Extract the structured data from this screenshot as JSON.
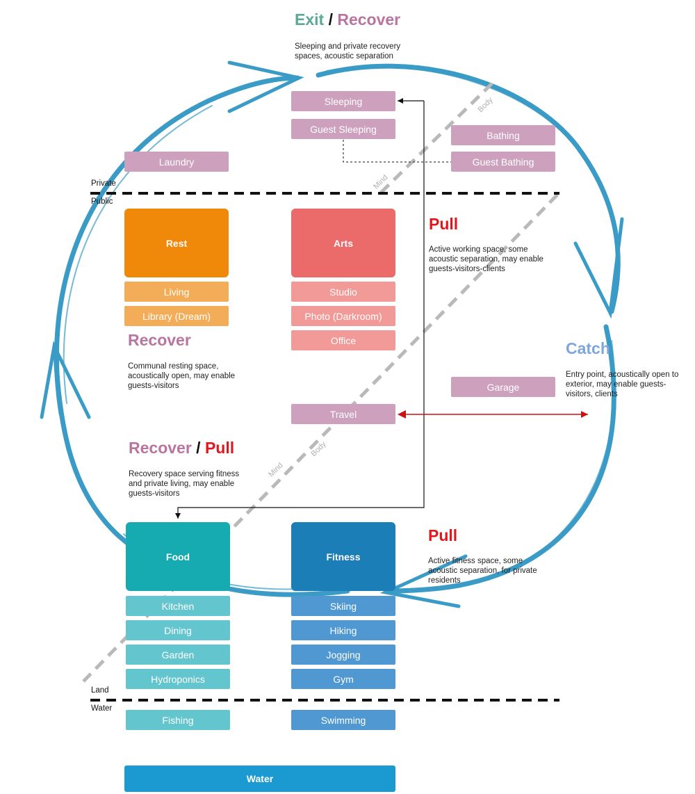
{
  "headings": {
    "exit": "Exit",
    "slash": "/",
    "recover": "Recover",
    "pull_top": "Pull",
    "recover_left": "Recover",
    "recover_pull_a": "Recover",
    "recover_pull_b": "Pull",
    "catch": "Catch",
    "pull_bottom": "Pull"
  },
  "descriptions": {
    "exit_recover": "Sleeping and private recovery spaces, acoustic separation",
    "pull_top": "Active working space, some acoustic separation, may enable guests-visitors-clients",
    "recover_left": "Communal resting space, acoustically open, may enable guests-visitors",
    "recover_pull": "Recovery space serving fitness and private living, may enable guests-visitors",
    "catch": "Entry point, acoustically open to exterior, may enable guests-visitors, clients",
    "pull_bottom": "Active fitness space, some acoustic separation, for private residents"
  },
  "zones": {
    "private": "Private",
    "public": "Public",
    "land": "Land",
    "water": "Water"
  },
  "diagonal_labels": {
    "body_top": "Body",
    "mind_top": "Mind",
    "body_mid": "Body",
    "mind_mid": "Mind"
  },
  "rooms": {
    "sleeping": "Sleeping",
    "guest_sleeping": "Guest Sleeping",
    "bathing": "Bathing",
    "guest_bathing": "Guest Bathing",
    "laundry": "Laundry",
    "rest": "Rest",
    "living": "Living",
    "library": "Library (Dream)",
    "arts": "Arts",
    "studio": "Studio",
    "photo": "Photo (Darkroom)",
    "office": "Office",
    "garage": "Garage",
    "travel": "Travel",
    "food": "Food",
    "kitchen": "Kitchen",
    "dining": "Dining",
    "garden": "Garden",
    "hydroponics": "Hydroponics",
    "fitness": "Fitness",
    "skiing": "Skiing",
    "hiking": "Hiking",
    "jogging": "Jogging",
    "gym": "Gym",
    "fishing": "Fishing",
    "swimming": "Swimming",
    "water": "Water"
  },
  "colors": {
    "cycle_stroke": "#3a9bc6",
    "exit": "#5ba896",
    "recover": "#b9759f",
    "pull": "#e2161c",
    "catch": "#7fa6dc",
    "room_pink": "#cda1be",
    "rest": "#f0880a",
    "arts": "#ea6b69",
    "food": "#16aab1",
    "fitness": "#1c7eb7",
    "water_bar": "#1b9ad2",
    "diagonal": "#b9b9b9",
    "travel_arrow": "#cc1111"
  }
}
